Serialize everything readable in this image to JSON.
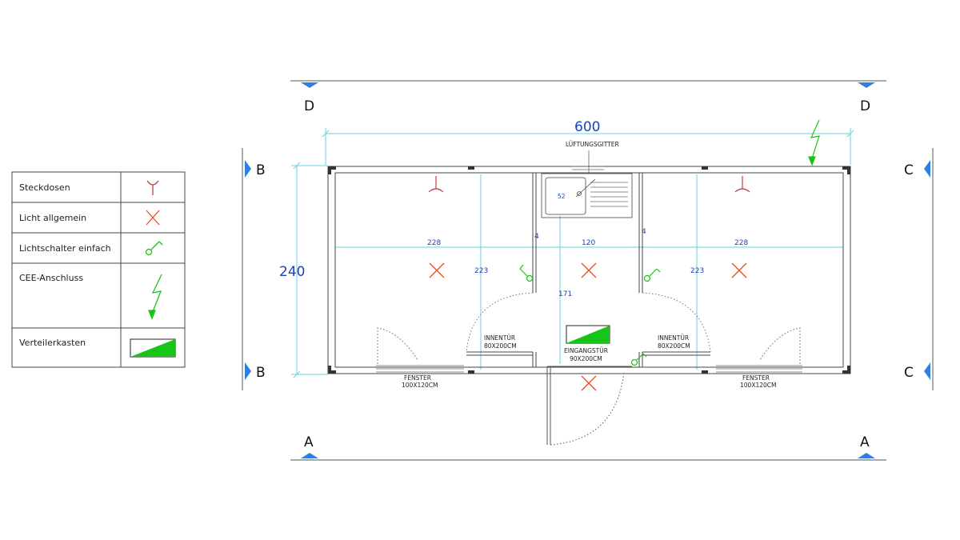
{
  "legend": {
    "items": [
      {
        "label": "Steckdosen",
        "icon": "socket-icon"
      },
      {
        "label": "Licht allgemein",
        "icon": "light-icon"
      },
      {
        "label": "Lichtschalter einfach",
        "icon": "light-switch-icon"
      },
      {
        "label": "CEE-Anschluss",
        "icon": "cee-connection-icon"
      },
      {
        "label": "Verteilerkasten",
        "icon": "distribution-box-icon"
      }
    ]
  },
  "dimensions": {
    "total_width": "600",
    "total_height": "240",
    "left_room_width": "228",
    "middle_room_width": "120",
    "right_room_width": "228",
    "left_room_depth": "223",
    "right_room_depth": "223",
    "middle_depth": "171",
    "partition_left": "4",
    "partition_right": "4",
    "sink_size": "52"
  },
  "labels": {
    "vent": "LÜFTUNGSGITTER",
    "door_left_title": "INNENTÜR",
    "door_left_size": "80X200CM",
    "door_right_title": "INNENTÜR",
    "door_right_size": "80X200CM",
    "entrance_title": "EINGANGSTÜR",
    "entrance_size": "90X200CM",
    "window_left_title": "FENSTER",
    "window_left_size": "100X120CM",
    "window_right_title": "FENSTER",
    "window_right_size": "100X120CM"
  },
  "sections": {
    "top_left": "D",
    "top_right": "D",
    "bottom_left": "A",
    "bottom_right": "A",
    "left_top": "B",
    "left_bottom": "B",
    "right_top": "C",
    "right_bottom": "C"
  },
  "colors": {
    "dimension": "#1a3fbf",
    "outline": "#6ad1e0",
    "socket": "#b4323c",
    "light": "#e8501e",
    "symbol_green": "#19c419",
    "section_marker": "#2f7fe0"
  }
}
